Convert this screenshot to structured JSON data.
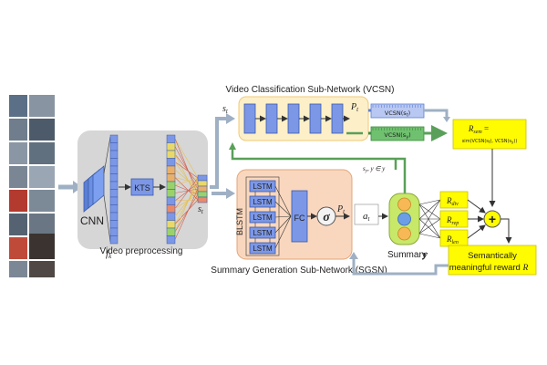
{
  "titles": {
    "vcsn": "Video Classification Sub-Network (VCSN)",
    "sgsn": "Summary Generation Sub-Network (SGSN)"
  },
  "preprocess": {
    "cnn": "CNN",
    "kts": "KTS",
    "fk": "f",
    "fk_sub": "k",
    "st": "s",
    "st_sub": "t",
    "caption": "Video preprocessing"
  },
  "vcsn": {
    "input": "s",
    "input_sub": "t",
    "out_p": "P",
    "out_p_sub": "t",
    "box1": "VCSN(s",
    "box1_sub": "t",
    "box2": "VCSN(s",
    "box2_sub": "y",
    "rsem": "R",
    "rsem_sub": "sem",
    "rsem_eq": "=",
    "rsem_formula": "sim(VCSN(s",
    "rsem_formula_sub1": "t",
    "rsem_formula_mid": "), VCSN(s",
    "rsem_formula_sub2": "y",
    "rsem_formula_end": "))"
  },
  "sgsn": {
    "blstm": "BLSTM",
    "lstm": [
      "LSTM",
      "LSTM",
      "LSTM",
      "LSTM",
      "LSTM"
    ],
    "fc": "FC",
    "sigma": "σ",
    "pt": "P",
    "pt_sub": "t",
    "at": "a",
    "at_sub": "t"
  },
  "summary": {
    "label": "Summary",
    "y": "y",
    "feedback": "s",
    "feedback_sub": "y",
    "feedback_tail": ", y ∈ y"
  },
  "rewards": {
    "div": "R",
    "div_sub": "div",
    "rep": "R",
    "rep_sub": "rep",
    "len": "R",
    "len_sub": "len",
    "plus": "+",
    "final_line1": "Semantically",
    "final_line2": "meaningful reward",
    "final_var": "R"
  },
  "colors": {
    "vcsn_panel": "#fdf0c8",
    "sgsn_panel": "#f9d7be",
    "preprocess_panel": "#d6d6d6",
    "block_blue": "#7c97e6",
    "green_box": "#6fc06f",
    "reward_yellow": "#fffb00",
    "arrow_gray": "#9fb0c4"
  }
}
